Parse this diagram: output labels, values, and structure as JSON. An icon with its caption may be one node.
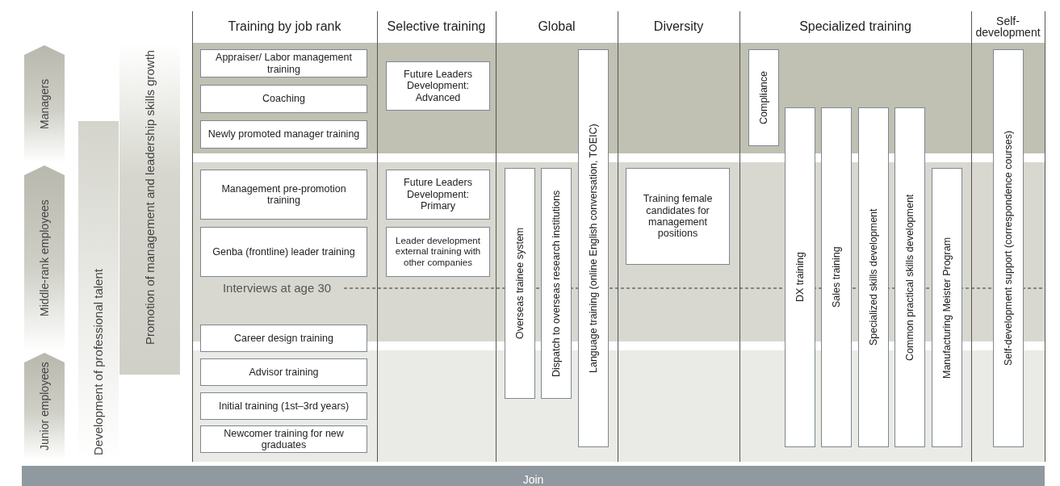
{
  "diagram": {
    "nodes": [
      {
        "text": [
          "Managers"
        ]
      },
      {
        "text": [
          "Middle-rank employees"
        ]
      },
      {
        "text": [
          "Junior employees"
        ]
      },
      {
        "text": [
          "Development of professional talent"
        ]
      },
      {
        "text": [
          "Promotion of management and leadership skills growth"
        ]
      },
      {
        "text": [
          "Appraiser/ Labor management training"
        ]
      },
      {
        "text": [
          "Coaching"
        ]
      },
      {
        "text": [
          "Newly promoted manager training"
        ]
      },
      {
        "text": [
          "Management pre-promotion training"
        ]
      },
      {
        "text": [
          "Genba (frontline) leader training"
        ]
      },
      {
        "text": [
          "Career design training"
        ]
      },
      {
        "text": [
          "Advisor training"
        ]
      },
      {
        "text": [
          "Initial training (1st–3rd years)"
        ]
      },
      {
        "text": [
          "Newcomer training for new graduates"
        ]
      },
      {
        "text": [
          "Future Leaders Development: Advanced"
        ]
      },
      {
        "text": [
          "Future Leaders Development: Primary"
        ]
      },
      {
        "text": [
          "Leader development external training with other companies"
        ]
      },
      {
        "text": [
          "Overseas trainee system"
        ]
      },
      {
        "text": [
          "Dispatch to overseas research institutions"
        ]
      },
      {
        "text": [
          "Language training (online English conversation, TOEIC)"
        ]
      },
      {
        "text": [
          "Training female candidates for management positions"
        ]
      },
      {
        "text": [
          "Compliance"
        ]
      },
      {
        "text": [
          "DX training"
        ]
      },
      {
        "text": [
          "Sales training"
        ]
      },
      {
        "text": [
          "Specialized skills development"
        ]
      },
      {
        "text": [
          "Common practical skills development"
        ]
      },
      {
        "text": [
          "Manufacturing Meister Program"
        ]
      },
      {
        "text": [
          "Self-development support (correspondence courses)"
        ]
      },
      {
        "text": [
          "Join"
        ]
      }
    ],
    "labels": [
      "Training by job rank",
      "Selective training",
      "Global",
      "Diversity",
      "Specialized training",
      "Self-development",
      "Interviews at age 30"
    ]
  }
}
